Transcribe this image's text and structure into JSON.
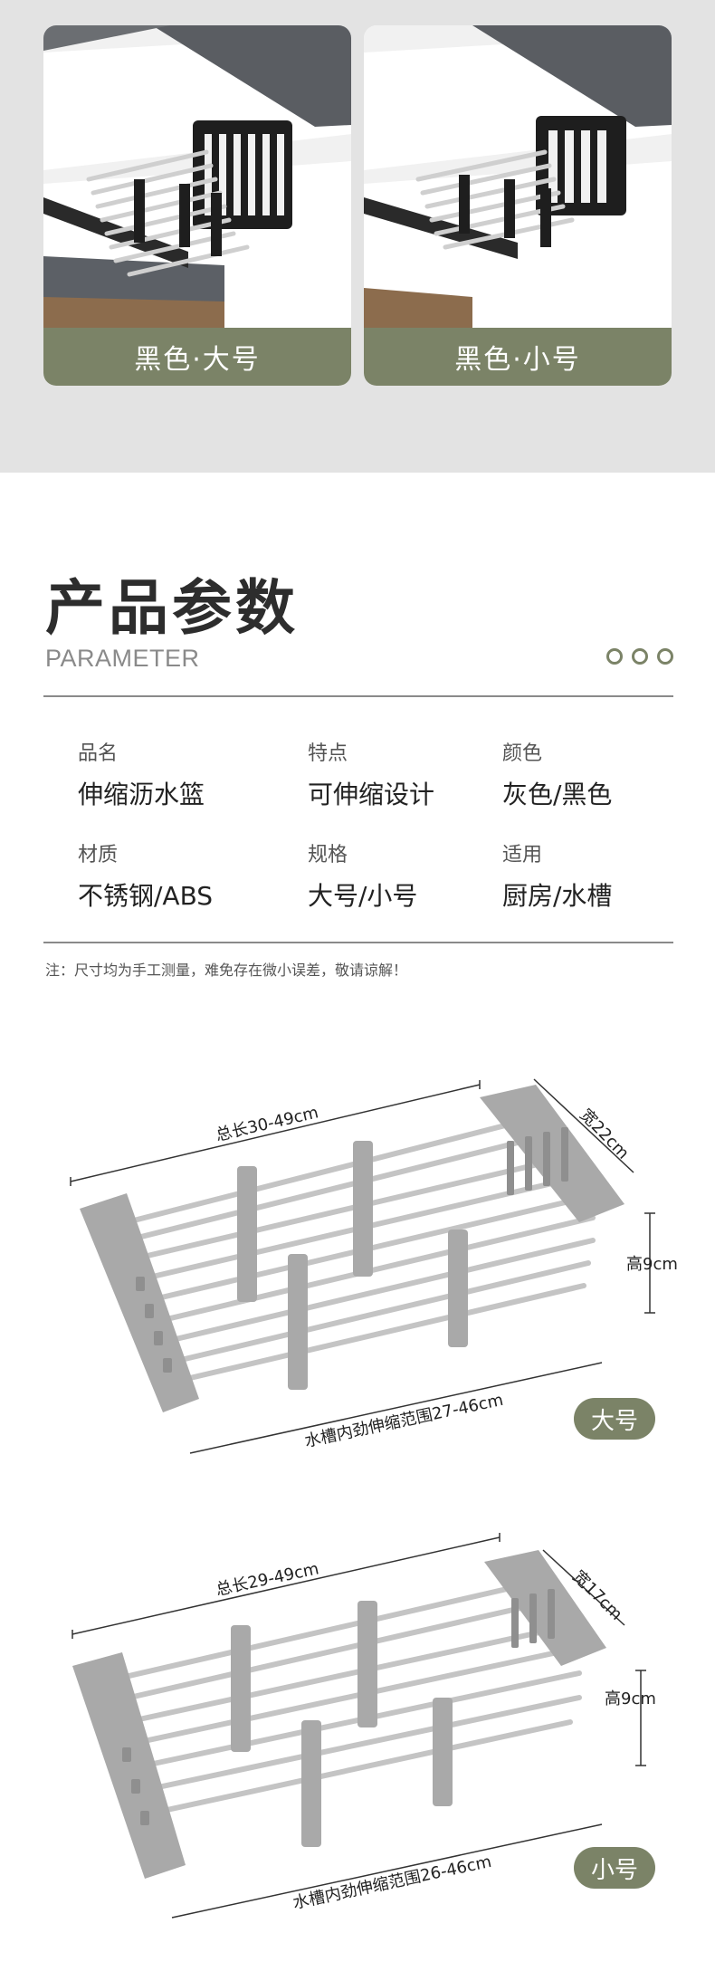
{
  "variants": [
    {
      "label": "黑色·大号"
    },
    {
      "label": "黑色·小号"
    }
  ],
  "colors": {
    "accent": "#7b8367",
    "basket_black": "#1e1e1e",
    "basket_gray": "#a9a9a9",
    "steel": "#c9c9c9",
    "background": "#e3e3e3"
  },
  "params": {
    "title": "产品参数",
    "subtitle": "PARAMETER",
    "items": [
      {
        "key": "品名",
        "value": "伸缩沥水篮"
      },
      {
        "key": "特点",
        "value": "可伸缩设计"
      },
      {
        "key": "颜色",
        "value": "灰色/黑色"
      },
      {
        "key": "材质",
        "value": "不锈钢/ABS"
      },
      {
        "key": "规格",
        "value": "大号/小号"
      },
      {
        "key": "适用",
        "value": "厨房/水槽"
      }
    ],
    "note": "注：尺寸均为手工测量，难免存在微小误差，敬请谅解！"
  },
  "sizes": [
    {
      "badge": "大号",
      "total_length": "总长30-49cm",
      "width": "宽22cm",
      "height": "高9cm",
      "range": "水槽内劲伸缩范围27-46cm"
    },
    {
      "badge": "小号",
      "total_length": "总长29-49cm",
      "width": "宽17cm",
      "height": "高9cm",
      "range": "水槽内劲伸缩范围26-46cm"
    }
  ]
}
